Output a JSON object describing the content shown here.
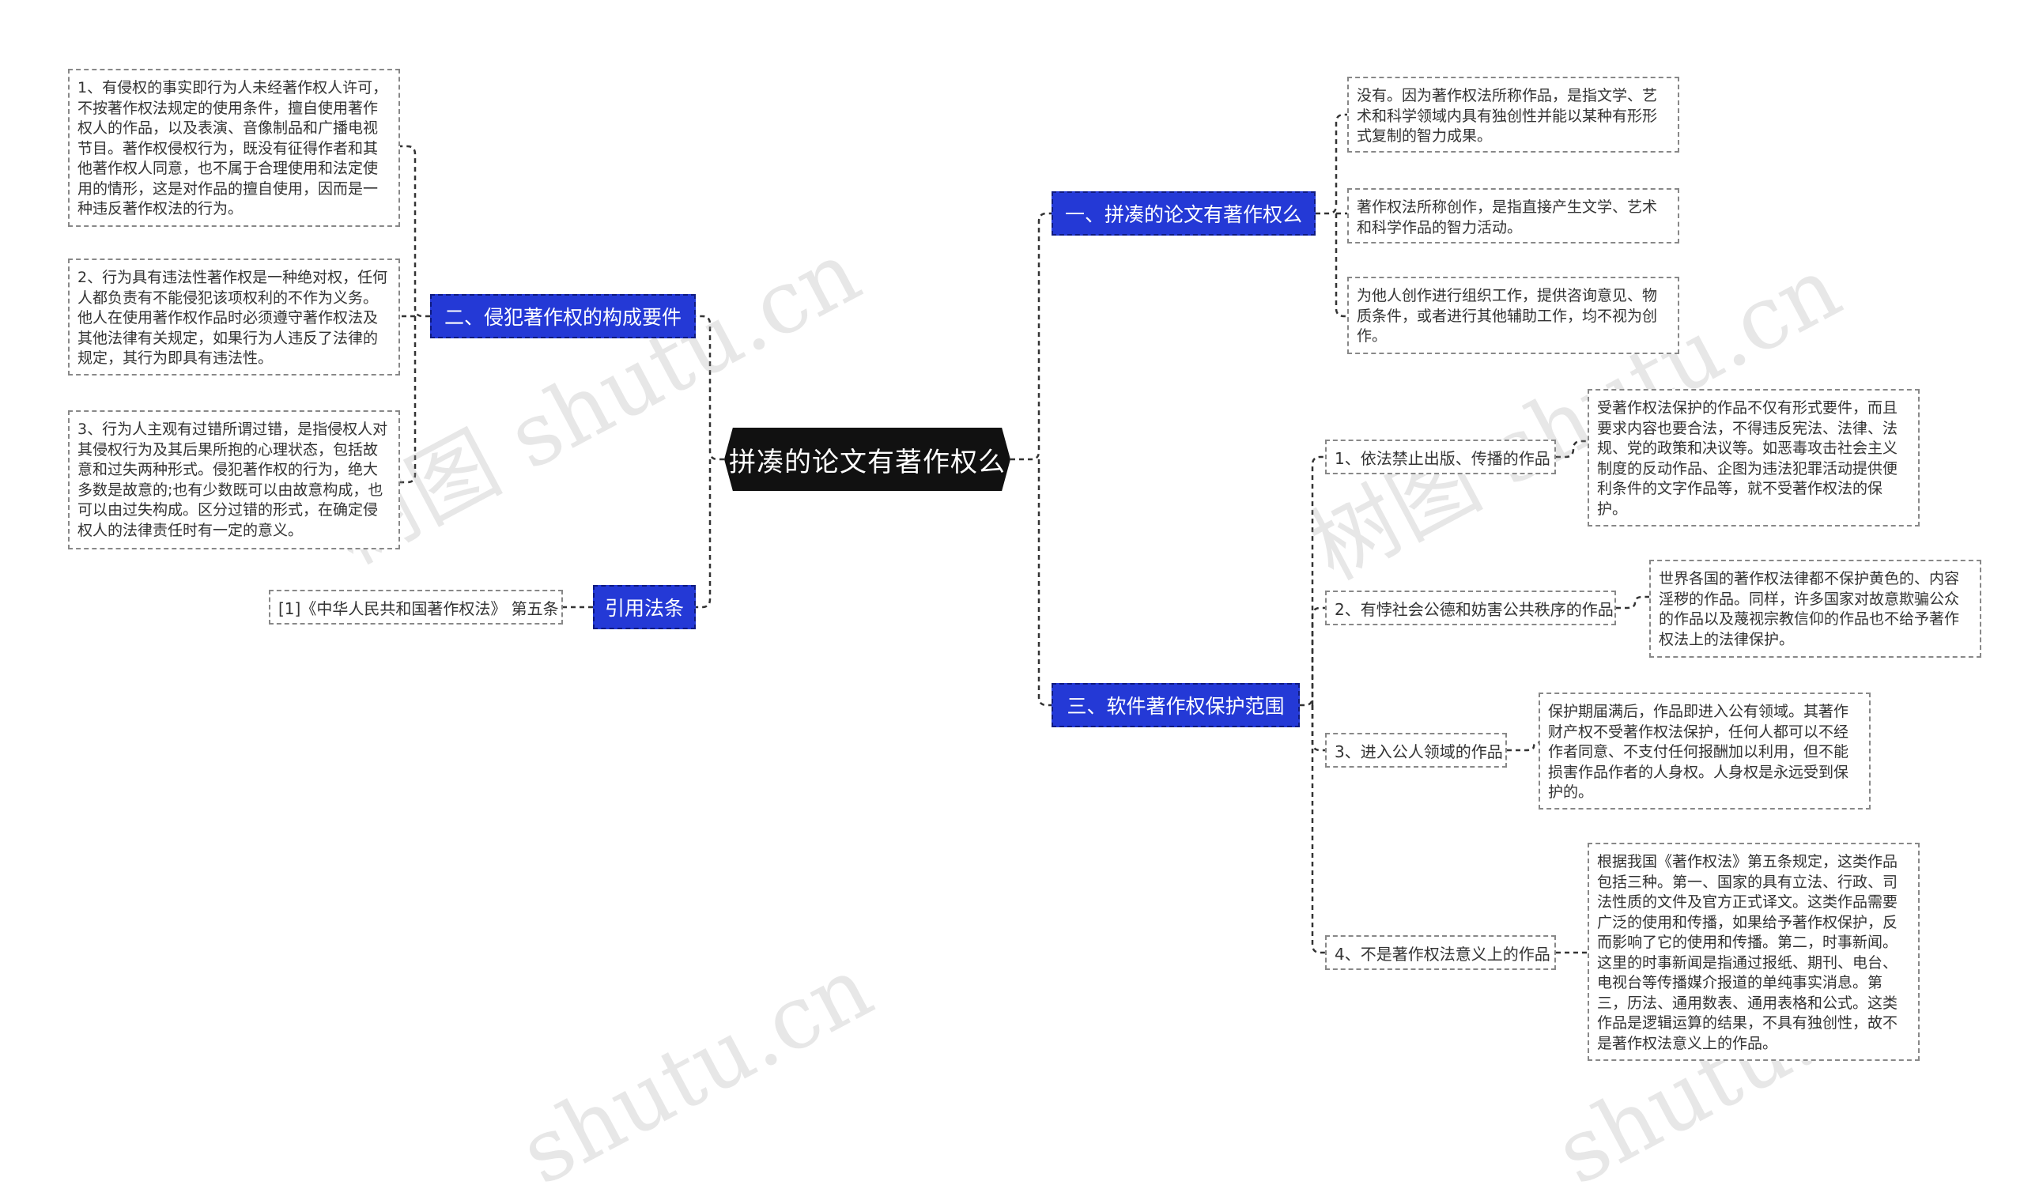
{
  "root": {
    "label": "拼凑的论文有著作权么"
  },
  "branches": {
    "b1": {
      "label": "一、拼凑的论文有著作权么",
      "leaves": [
        "没有。因为著作权法所称作品，是指文学、艺术和科学领域内具有独创性并能以某种有形形式复制的智力成果。",
        "著作权法所称创作，是指直接产生文学、艺术和科学作品的智力活动。",
        "为他人创作进行组织工作，提供咨询意见、物质条件，或者进行其他辅助工作，均不视为创作。"
      ]
    },
    "b2": {
      "label": "二、侵犯著作权的构成要件",
      "leaves": [
        "1、有侵权的事实即行为人未经著作权人许可，不按著作权法规定的使用条件，擅自使用著作权人的作品，以及表演、音像制品和广播电视节目。著作权侵权行为，既没有征得作者和其他著作权人同意，也不属于合理使用和法定使用的情形，这是对作品的擅自使用，因而是一种违反著作权法的行为。",
        "2、行为具有违法性著作权是一种绝对权，任何人都负责有不能侵犯该项权利的不作为义务。他人在使用著作权作品时必须遵守著作权法及其他法律有关规定，如果行为人违反了法律的规定，其行为即具有违法性。",
        "3、行为人主观有过错所谓过错，是指侵权人对其侵权行为及其后果所抱的心理状态，包括故意和过失两种形式。侵犯著作权的行为，绝大多数是故意的;也有少数既可以由故意构成，也可以由过失构成。区分过错的形式，在确定侵权人的法律责任时有一定的意义。"
      ]
    },
    "b3": {
      "label": "三、软件著作权保护范围",
      "subs": [
        {
          "label": "1、依法禁止出版、传播的作品",
          "leaf": "受著作权法保护的作品不仅有形式要件，而且要求内容也要合法，不得违反宪法、法律、法规、党的政策和决议等。如恶毒攻击社会主义制度的反动作品、企图为违法犯罪活动提供便利条件的文字作品等，就不受著作权法的保护。"
        },
        {
          "label": "2、有悖社会公德和妨害公共秩序的作品",
          "leaf": "世界各国的著作权法律都不保护黄色的、内容淫秽的作品。同样，许多国家对故意欺骗公众的作品以及蔑视宗教信仰的作品也不给予著作权法上的法律保护。"
        },
        {
          "label": "3、进入公人领域的作品",
          "leaf": "保护期届满后，作品即进入公有领域。其著作财产权不受著作权法保护，任何人都可以不经作者同意、不支付任何报酬加以利用，但不能损害作品作者的人身权。人身权是永远受到保护的。"
        },
        {
          "label": "4、不是著作权法意义上的作品",
          "leaf": "根据我国《著作权法》第五条规定，这类作品包括三种。第一、国家的具有立法、行政、司法性质的文件及官方正式译文。这类作品需要广泛的使用和传播，如果给予著作权保护，反而影响了它的使用和传播。第二，时事新闻。这里的时事新闻是指通过报纸、期刊、电台、电视台等传播媒介报道的单纯事实消息。第三，历法、通用数表、通用表格和公式。这类作品是逻辑运算的结果，不具有独创性，故不是著作权法意义上的作品。"
        }
      ]
    },
    "b4": {
      "label": "引用法条",
      "leaves": [
        "[1]《中华人民共和国著作权法》 第五条"
      ]
    }
  },
  "watermarks": [
    "树图 shutu.cn",
    "树图 shutu.cn",
    "shutu.cn",
    "shutu.cn"
  ],
  "colors": {
    "root": "#111111",
    "branch": "#2439d6",
    "line": "#333333",
    "border": "#888888"
  }
}
